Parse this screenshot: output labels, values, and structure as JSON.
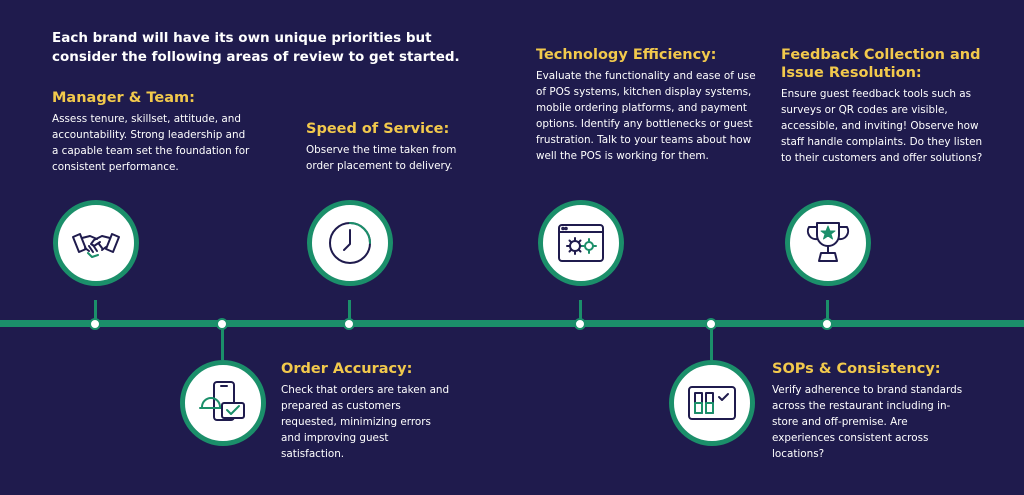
{
  "intro": "Each brand will have its own unique priorities but consider the following areas of review to get started.",
  "colors": {
    "background": "#1f1b4d",
    "accent": "#1b8f6a",
    "heading": "#f2c94c",
    "icon": "#1f1b4d"
  },
  "areas": [
    {
      "title": "Manager & Team:",
      "text": "Assess tenure, skillset, attitude, and accountability. Strong leadership and a capable team set the foundation for consistent performance.",
      "icon": "handshake-icon"
    },
    {
      "title": "Order Accuracy:",
      "text": "Check that orders are taken and prepared as customers requested, minimizing errors and improving guest satisfaction.",
      "icon": "phone-order-check-icon"
    },
    {
      "title": "Speed of Service:",
      "text": "Observe the time taken from order placement to delivery.",
      "icon": "clock-icon"
    },
    {
      "title": "Technology Efficiency:",
      "text": "Evaluate the functionality and ease of use of POS systems, kitchen display systems, mobile ordering platforms, and payment options. Identify any bottlenecks or guest frustration. Talk to your teams about how well the POS is working for them.",
      "icon": "browser-gears-icon"
    },
    {
      "title": "SOPs & Consistency:",
      "text": "Verify adherence to brand standards across the restaurant including in-store and off-premise. Are experiences consistent across locations?",
      "icon": "checklist-board-icon"
    },
    {
      "title": "Feedback Collection and Issue Resolution:",
      "text": "Ensure guest feedback tools such as surveys or QR codes are visible, accessible, and inviting! Observe how staff handle complaints. Do they listen to their customers and offer solutions?",
      "icon": "trophy-star-icon"
    }
  ]
}
